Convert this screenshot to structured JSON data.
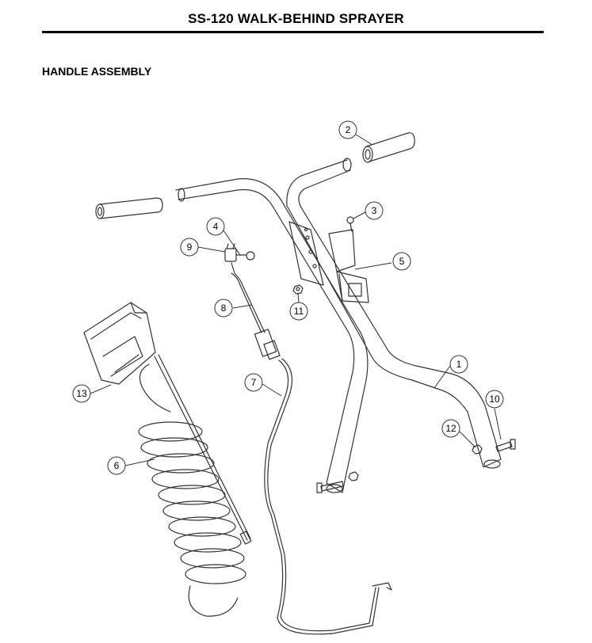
{
  "header": {
    "title": "SS-120 WALK-BEHIND SPRAYER",
    "section": "HANDLE ASSEMBLY"
  },
  "callouts": [
    "1",
    "2",
    "3",
    "4",
    "5",
    "6",
    "7",
    "8",
    "9",
    "10",
    "11",
    "12",
    "13"
  ]
}
